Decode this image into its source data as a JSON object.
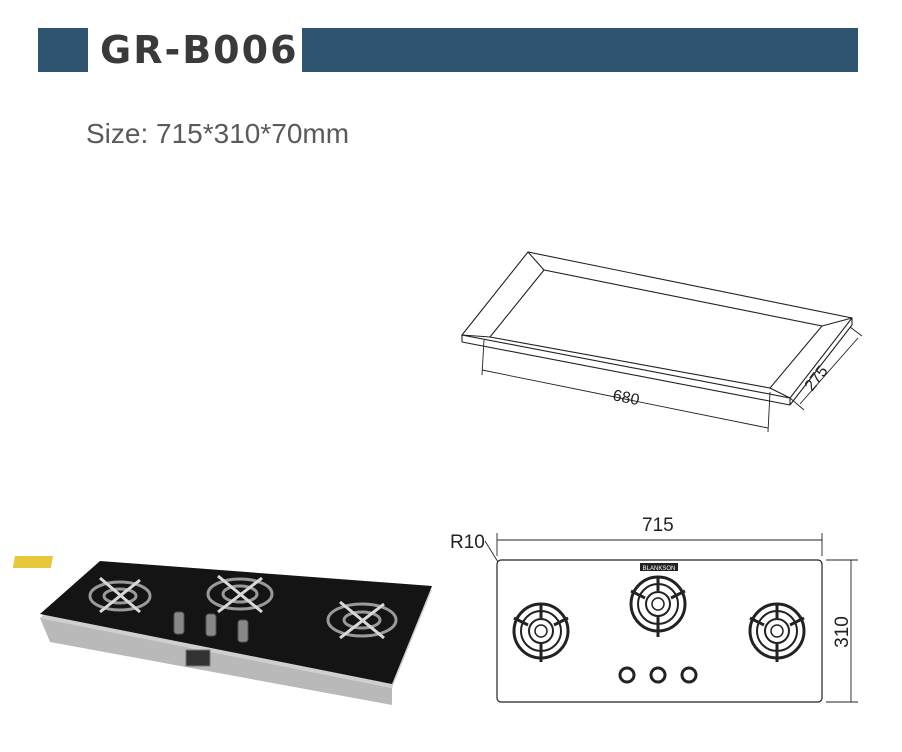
{
  "header": {
    "model": "GR-B006",
    "accent_color": "#2f5470"
  },
  "size_label": "Size: 715*310*70mm",
  "cutout_drawing": {
    "width_dim": "680",
    "depth_dim": "275"
  },
  "top_view_drawing": {
    "radius_label": "R10",
    "width_dim": "715",
    "height_dim": "310",
    "brand_text": "BLANKSON"
  },
  "product_photo": {
    "glass_color": "#111111",
    "frame_color": "#c8c8c8",
    "label_color": "#e8c83a"
  }
}
